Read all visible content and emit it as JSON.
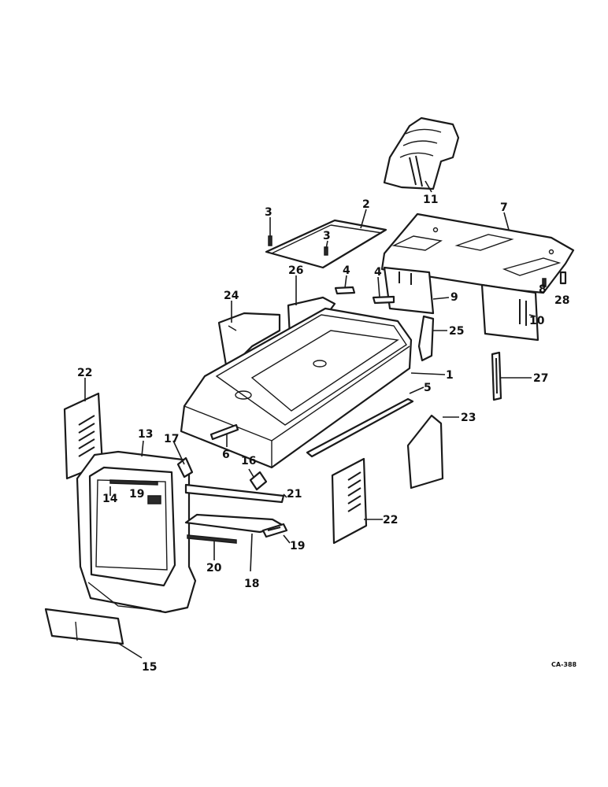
{
  "callouts": {
    "n1": "1",
    "n2": "2",
    "n3a": "3",
    "n3b": "3",
    "n4a": "4",
    "n4b": "4",
    "n5": "5",
    "n6": "6",
    "n7": "7",
    "n8": "8",
    "n9": "9",
    "n10": "10",
    "n11": "11",
    "n13": "13",
    "n14": "14",
    "n15": "15",
    "n16": "16",
    "n17": "17",
    "n18": "18",
    "n19a": "19",
    "n19b": "19",
    "n20": "20",
    "n21": "21",
    "n22a": "22",
    "n22b": "22",
    "n23": "23",
    "n24": "24",
    "n25": "25",
    "n26": "26",
    "n27": "27",
    "n28": "28"
  },
  "drawing_code": "CA-388"
}
